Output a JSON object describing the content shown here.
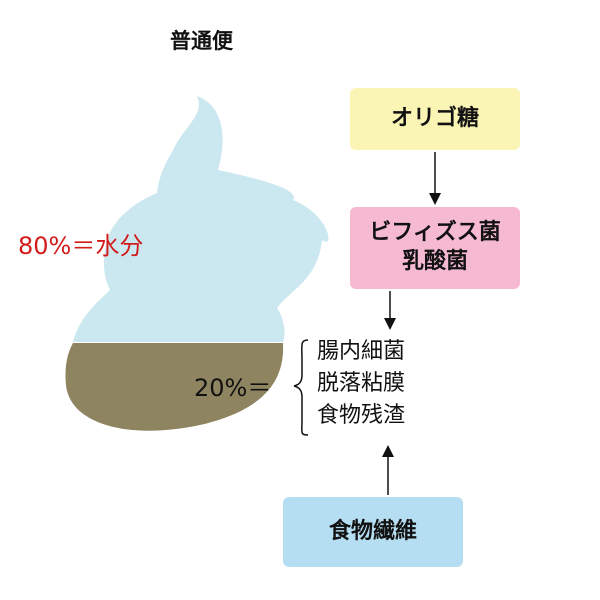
{
  "title": "普通便",
  "water_label": "80%＝水分",
  "solid_label": "20%＝",
  "components": [
    "腸内細菌",
    "脱落粘膜",
    "食物残渣"
  ],
  "boxes": {
    "oligo": "オリゴ糖",
    "bacteria": [
      "ビフィズス菌",
      "乳酸菌"
    ],
    "fiber": "食物繊維"
  },
  "colors": {
    "water": "#cbe7f0",
    "solid": "#8f8460",
    "red": "#d21c1c"
  }
}
